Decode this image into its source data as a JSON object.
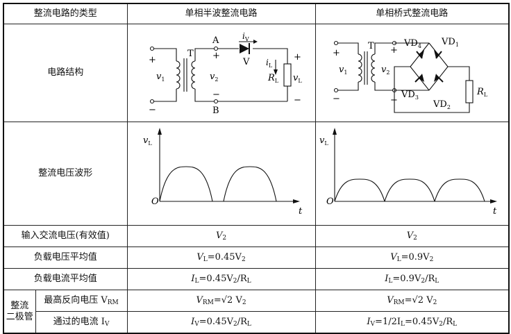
{
  "header": {
    "type_label": "整流电路的类型",
    "half_label": "单相半波整流电路",
    "bridge_label": "单相桥式整流电路"
  },
  "rows": {
    "structure_label": "电路结构",
    "waveform_label": "整流电压波形",
    "input_label": "输入交流电压(有效值)",
    "load_v_label": "负载电压平均值",
    "load_i_label": "负载电流平均值",
    "diode_group_label_1": "整流",
    "diode_group_label_2": "二极管",
    "vrm_label": "最高反向电压 V",
    "vrm_label_sub": "RM",
    "iv_label": "通过的电流 I",
    "iv_label_sub": "V"
  },
  "half": {
    "input": {
      "main": "V",
      "sub": "2"
    },
    "load_v": {
      "a": "V",
      "a_sub": "L",
      "b": "=0.45V",
      "b_sub": "2"
    },
    "load_i": {
      "a": "I",
      "a_sub": "L",
      "b": "=0.45V",
      "b_sub": "2",
      "c": "/R",
      "c_sub": "L"
    },
    "vrm": {
      "a": "V",
      "a_sub": "RM",
      "b": "=√2 V",
      "b_sub": "2"
    },
    "iv": {
      "a": "I",
      "a_sub": "V",
      "b": "=0.45V",
      "b_sub": "2",
      "c": "/R",
      "c_sub": "L"
    }
  },
  "bridge": {
    "input": {
      "main": "V",
      "sub": "2"
    },
    "load_v": {
      "a": "V",
      "a_sub": "L",
      "b": "=0.9V",
      "b_sub": "2"
    },
    "load_i": {
      "a": "I",
      "a_sub": "L",
      "b": "=0.9V",
      "b_sub": "2",
      "c": "/R",
      "c_sub": "L"
    },
    "vrm": {
      "a": "V",
      "a_sub": "RM",
      "b": "=√2 V",
      "b_sub": "2"
    },
    "iv": {
      "a": "I",
      "a_sub": "V",
      "b": "=1/2I",
      "b_sub": "L",
      "c": "=0.45V",
      "c_sub": "2",
      "d": "/R",
      "d_sub": "L"
    }
  },
  "circuit_half": {
    "T": "T",
    "A": "A",
    "B": "B",
    "V": "V",
    "iv": "i",
    "iv_sub": "V",
    "il": "i",
    "il_sub": "L",
    "v1": "v",
    "v1_sub": "1",
    "v2": "v",
    "v2_sub": "2",
    "R": "R",
    "R_sub": "L",
    "vL": "v",
    "vL_sub": "L",
    "plus": "+",
    "minus": "−"
  },
  "circuit_bridge": {
    "T": "T",
    "v1": "v",
    "v1_sub": "1",
    "v2": "v",
    "v2_sub": "2",
    "VD1": "VD",
    "VD1_sub": "1",
    "VD2": "VD",
    "VD2_sub": "2",
    "VD3": "VD",
    "VD3_sub": "3",
    "VD4": "VD",
    "VD4_sub": "4",
    "R": "R",
    "R_sub": "L",
    "plus": "+",
    "minus": "−"
  },
  "waveform_half": {
    "ylabel": "v",
    "ylabel_sub": "L",
    "origin": "O",
    "xlabel": "t"
  },
  "waveform_bridge": {
    "ylabel": "v",
    "ylabel_sub": "L",
    "origin": "O",
    "xlabel": "t"
  }
}
